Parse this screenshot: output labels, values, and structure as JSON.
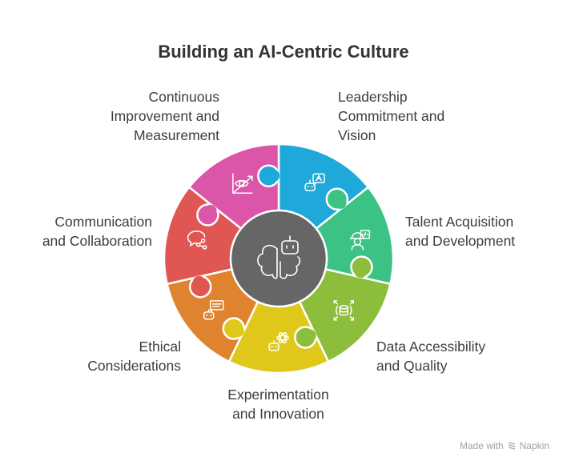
{
  "title": "Building an AI-Centric Culture",
  "center_icon": "brain-robot-icon",
  "segments": [
    {
      "label": "Leadership\nCommitment and\nVision",
      "color": "#1FA9DA",
      "icon": "robot-speech-icon"
    },
    {
      "label": "Talent Acquisition\nand Development",
      "color": "#3CC285",
      "icon": "engineer-code-icon"
    },
    {
      "label": "Data Accessibility\nand Quality",
      "color": "#8DBE3B",
      "icon": "database-expand-icon"
    },
    {
      "label": "Experimentation\nand Innovation",
      "color": "#E0C81B",
      "icon": "robot-atom-icon"
    },
    {
      "label": "Ethical\nConsiderations",
      "color": "#E0832F",
      "icon": "robot-chat-icon"
    },
    {
      "label": "Communication\nand Collaboration",
      "color": "#E05652",
      "icon": "chat-share-icon"
    },
    {
      "label": "Continuous\nImprovement and\nMeasurement",
      "color": "#DB56A9",
      "icon": "eye-chart-icon"
    }
  ],
  "center_color": "#666666",
  "footer": {
    "made_with": "Made with",
    "brand": "Napkin"
  }
}
